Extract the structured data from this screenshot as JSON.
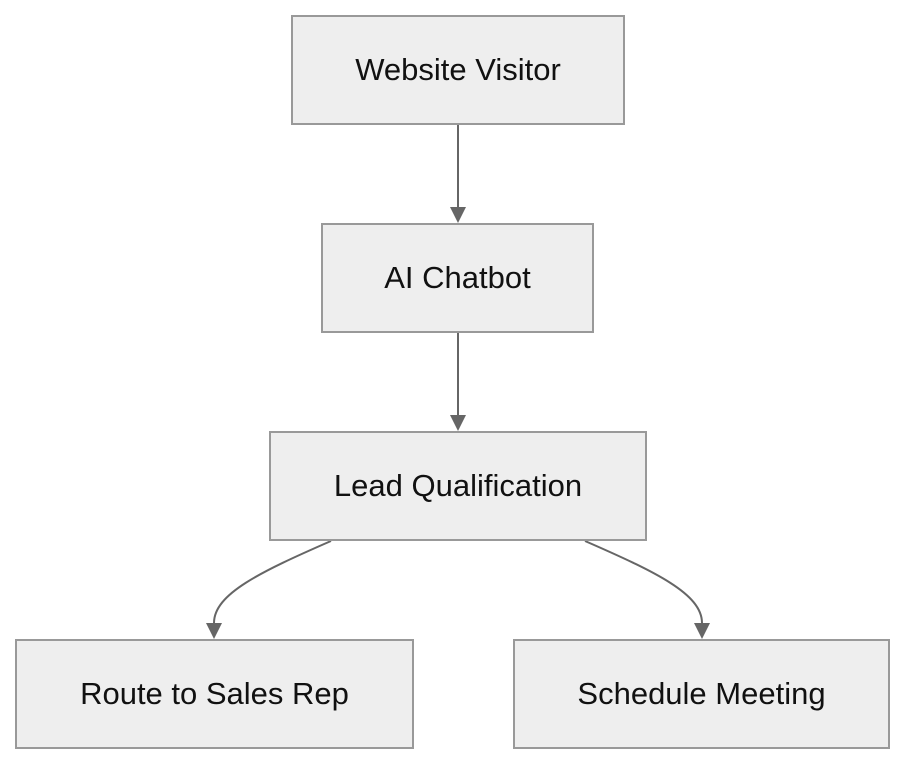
{
  "diagram": {
    "nodes": {
      "visitor": "Website Visitor",
      "chatbot": "AI Chatbot",
      "lead": "Lead Qualification",
      "route": "Route to Sales Rep",
      "meeting": "Schedule Meeting"
    },
    "edges": [
      {
        "from": "visitor",
        "to": "chatbot"
      },
      {
        "from": "chatbot",
        "to": "lead"
      },
      {
        "from": "lead",
        "to": "route"
      },
      {
        "from": "lead",
        "to": "meeting"
      }
    ],
    "colors": {
      "node_fill": "#eeeeee",
      "node_border": "#999999",
      "edge": "#666666",
      "text": "#111111"
    }
  }
}
